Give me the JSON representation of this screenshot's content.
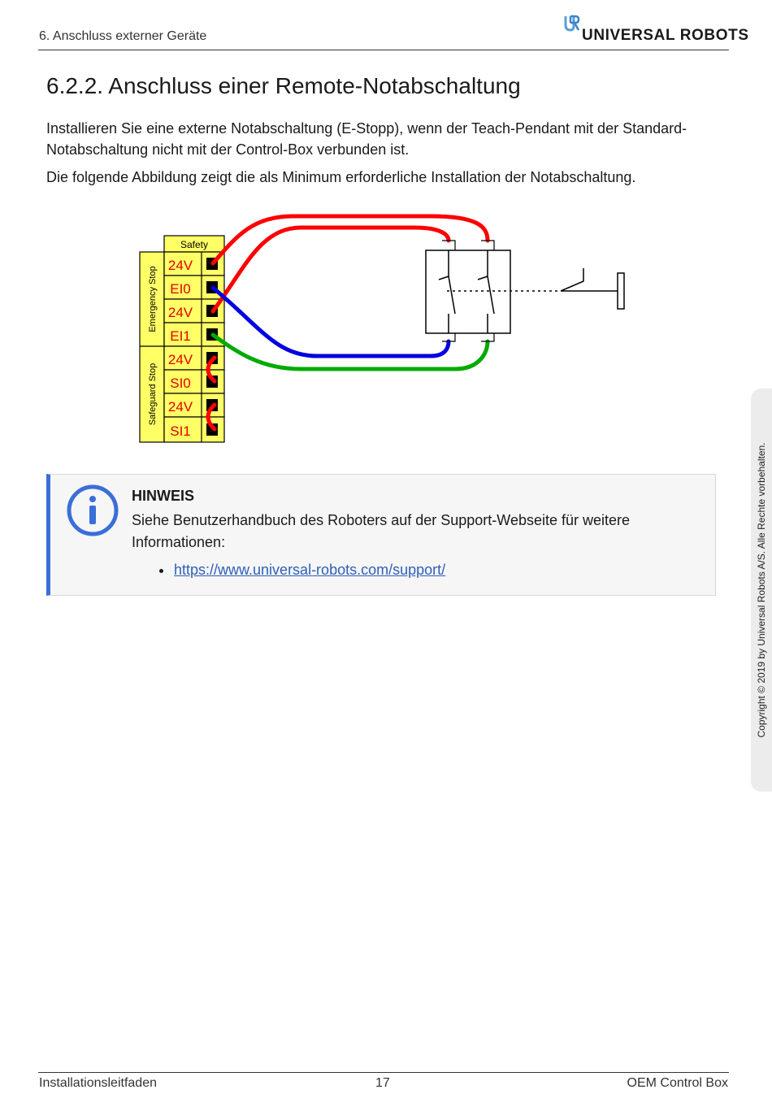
{
  "header": {
    "section": "6. Anschluss externer Geräte",
    "brand": "UNIVERSAL ROBOTS"
  },
  "title": "6.2.2. Anschluss einer Remote-Notabschaltung",
  "paragraphs": [
    "Installieren Sie eine externe Notabschaltung (E-Stopp), wenn der Teach-Pendant mit der Standard-Notabschaltung nicht mit der Control-Box verbunden ist.",
    "Die folgende Abbildung zeigt die als Minimum erforderliche Installation der Notabschaltung."
  ],
  "figure": {
    "header_label": "Safety",
    "group_labels": [
      "Emergency Stop",
      "Safeguard Stop"
    ],
    "terminals": [
      "24V",
      "EI0",
      "24V",
      "EI1",
      "24V",
      "SI0",
      "24V",
      "SI1"
    ],
    "wire_colors": {
      "red": "#ff0000",
      "blue": "#0000e0",
      "green": "#00aa00"
    },
    "terminal_fill": "#ffff66"
  },
  "note": {
    "icon": "info-icon",
    "title": "HINWEIS",
    "body": "Siehe Benutzerhandbuch des Roboters auf der Support-Webseite für weitere Informationen:",
    "link": "https://www.universal-robots.com/support/",
    "accent": "#3a6fd8"
  },
  "sidebar": {
    "copyright": "Copyright © 2019 by Universal Robots A/S. Alle Rechte vorbehalten."
  },
  "footer": {
    "left": "Installationsleitfaden",
    "page": "17",
    "right": "OEM Control Box"
  }
}
